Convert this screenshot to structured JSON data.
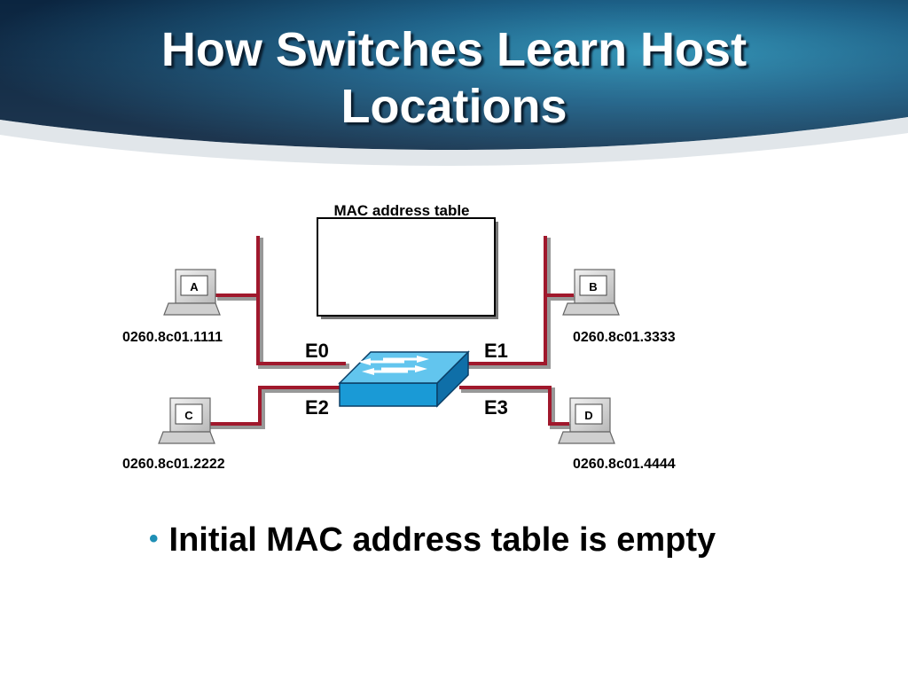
{
  "slide": {
    "title_line1": "How Switches Learn Host",
    "title_line2": "Locations"
  },
  "diagram": {
    "mac_table_label": "MAC address table",
    "ports": {
      "e0": "E0",
      "e1": "E1",
      "e2": "E2",
      "e3": "E3"
    },
    "hosts": {
      "a": {
        "name": "A",
        "mac": "0260.8c01.1111"
      },
      "b": {
        "name": "B",
        "mac": "0260.8c01.3333"
      },
      "c": {
        "name": "C",
        "mac": "0260.8c01.2222"
      },
      "d": {
        "name": "D",
        "mac": "0260.8c01.4444"
      }
    }
  },
  "bullets": [
    {
      "marker": "•",
      "text": "Initial MAC address table is empty"
    }
  ],
  "colors": {
    "header_dark": "#0d2a44",
    "header_light": "#2b86a8",
    "cable": "#a0182c",
    "switch_face": "#1a9ad6",
    "bullet_marker": "#1f8fb5"
  }
}
